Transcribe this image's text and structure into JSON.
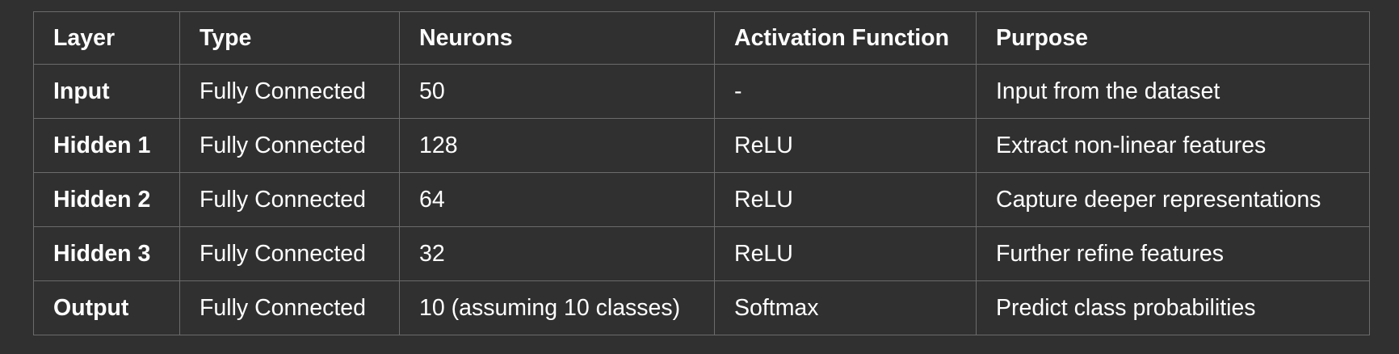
{
  "table": {
    "headers": [
      "Layer",
      "Type",
      "Neurons",
      "Activation Function",
      "Purpose"
    ],
    "rows": [
      [
        "Input",
        "Fully Connected",
        "50",
        "-",
        "Input from the dataset"
      ],
      [
        "Hidden 1",
        "Fully Connected",
        "128",
        "ReLU",
        "Extract non-linear features"
      ],
      [
        "Hidden 2",
        "Fully Connected",
        "64",
        "ReLU",
        "Capture deeper representations"
      ],
      [
        "Hidden 3",
        "Fully Connected",
        "32",
        "ReLU",
        "Further refine features"
      ],
      [
        "Output",
        "Fully Connected",
        "10 (assuming 10 classes)",
        "Softmax",
        "Predict class probabilities"
      ]
    ]
  },
  "colors": {
    "background": "#303030",
    "border": "#6b6b6b",
    "text": "#ffffff"
  }
}
